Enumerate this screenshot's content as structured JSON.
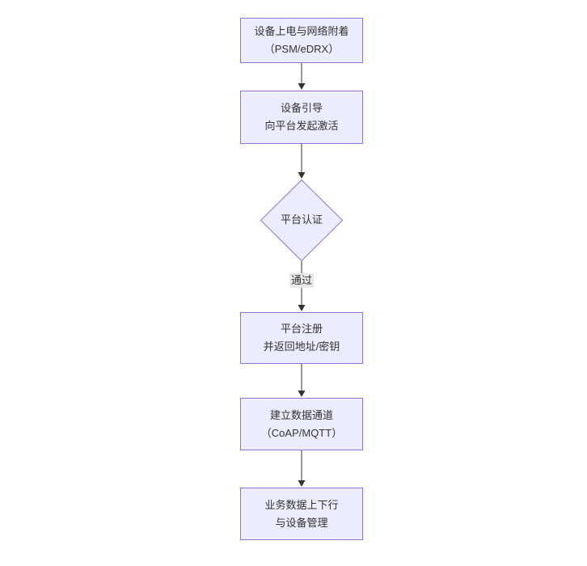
{
  "flowchart": {
    "type": "flowchart",
    "direction": "top-down",
    "colors": {
      "node_fill": "#ECECFF",
      "node_border": "#9370DB",
      "text": "#333333",
      "arrow": "#333333",
      "edge_label_bg": "#e8e8e8",
      "background": "#ffffff"
    },
    "nodes": [
      {
        "id": "power-attach",
        "shape": "rectangle",
        "lines": [
          "设备上电与网络附着",
          "（PSM/eDRX）"
        ]
      },
      {
        "id": "bootstrap",
        "shape": "rectangle",
        "lines": [
          "设备引导",
          "向平台发起激活"
        ]
      },
      {
        "id": "platform-auth",
        "shape": "diamond",
        "lines": [
          "平台认证"
        ]
      },
      {
        "id": "platform-register",
        "shape": "rectangle",
        "lines": [
          "平台注册",
          "并返回地址/密钥"
        ]
      },
      {
        "id": "data-channel",
        "shape": "rectangle",
        "lines": [
          "建立数据通道",
          "（CoAP/MQTT）"
        ]
      },
      {
        "id": "business-data",
        "shape": "rectangle",
        "lines": [
          "业务数据上下行",
          "与设备管理"
        ]
      }
    ],
    "edges": [
      {
        "from": "power-attach",
        "to": "bootstrap",
        "label": ""
      },
      {
        "from": "bootstrap",
        "to": "platform-auth",
        "label": ""
      },
      {
        "from": "platform-auth",
        "to": "platform-register",
        "label": "通过"
      },
      {
        "from": "platform-register",
        "to": "data-channel",
        "label": ""
      },
      {
        "from": "data-channel",
        "to": "business-data",
        "label": ""
      }
    ]
  }
}
